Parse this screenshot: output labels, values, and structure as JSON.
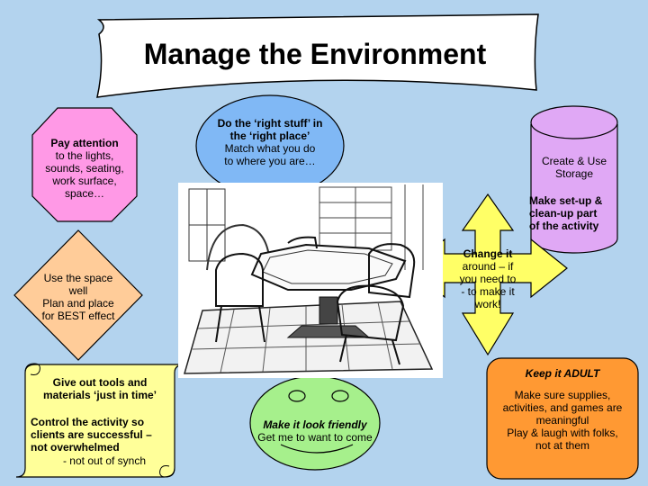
{
  "title": "Manage the Environment",
  "shapes": {
    "octagon": {
      "lines": [
        "Pay attention",
        "to the lights,",
        "sounds, seating,",
        "work surface,",
        "space…"
      ]
    },
    "ellipse_top": {
      "bold": [
        "Do the ‘right stuff’ in",
        "the ‘right place’"
      ],
      "lines": [
        "Match what you do",
        "to where you are…"
      ]
    },
    "cylinder": {
      "lines": [
        "Create & Use",
        "Storage"
      ],
      "bold": [
        "Make set-up &",
        "clean-up part",
        "of the activity"
      ]
    },
    "diamond": {
      "lines": [
        "Use the space",
        "well",
        "Plan and place",
        "for BEST effect"
      ]
    },
    "arrow_cross": {
      "bold": "Change it",
      "lines": [
        "around – if",
        "you need to",
        "- to make it",
        "work!"
      ]
    },
    "scroll_box": {
      "bold1": [
        "Give out tools and",
        "materials ‘just in time’"
      ],
      "bold2": [
        "Control the activity so",
        "clients are successful –",
        "not overwhelmed"
      ],
      "tail": "- not out of synch"
    },
    "smiley": {
      "title": "Make it look friendly",
      "line": "Get me to want to come"
    },
    "rounded_box": {
      "title": "Keep it ADULT",
      "lines": [
        "Make sure supplies,",
        "activities, and games are",
        "meaningful",
        "Play & laugh with folks,",
        "not at them"
      ]
    }
  },
  "colors": {
    "background": "#b3d3ee",
    "octagon": "#ff99e6",
    "ellipse": "#80b8f5",
    "cylinder": "#e0a8f5",
    "diamond": "#ffcc99",
    "arrows": "#ffff66",
    "scroll": "#ffff99",
    "smiley": "#a6f08c",
    "rounded_box": "#ff9933"
  }
}
